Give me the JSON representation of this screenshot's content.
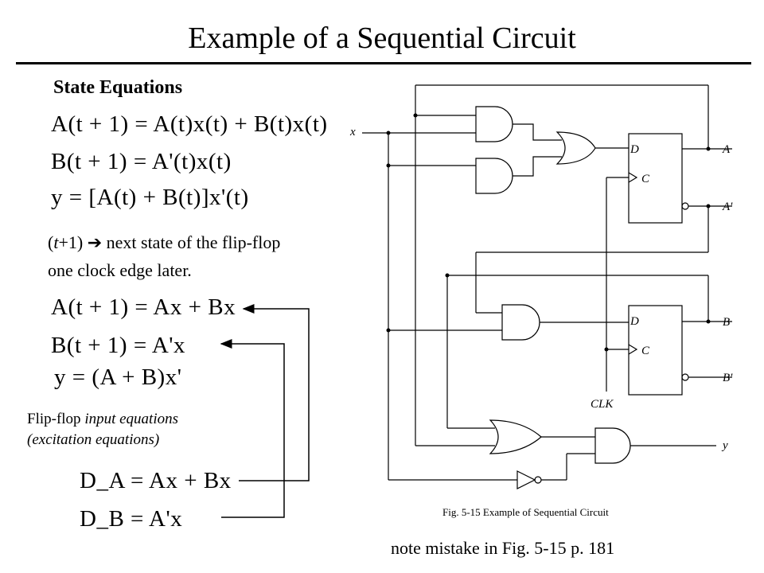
{
  "title": "Example of a Sequential Circuit",
  "subhead": "State Equations",
  "state_eq_1": "A(t + 1) = A(t)x(t) + B(t)x(t)",
  "state_eq_2": "B(t + 1) = A'(t)x(t)",
  "state_eq_3": "y = [A(t) + B(t)]x'(t)",
  "note_line1_var": "t",
  "note_line1_rest": "next state of the flip-flop",
  "note_line2": "one clock edge later.",
  "simple_eq_1": "A(t + 1) = Ax + Bx",
  "simple_eq_2": "B(t + 1) = A'x",
  "simple_eq_3": "y = (A + B)x'",
  "ff_label_plain": "Flip-flop ",
  "ff_label_italic": "input equations",
  "ff_label_line2": "(excitation equations)",
  "input_eq_1": "D_A = Ax + Bx",
  "input_eq_2": "D_B = A'x",
  "bottom_note": "note mistake in Fig. 5-15 p. 181",
  "figure": {
    "input_x": "x",
    "out_A": "A",
    "out_A_bar": "A'",
    "out_B": "B",
    "out_B_bar": "B'",
    "out_y": "y",
    "pin_D": "D",
    "pin_C": "C",
    "clk": "CLK",
    "caption": "Fig. 5-15  Example of Sequential Circuit"
  }
}
